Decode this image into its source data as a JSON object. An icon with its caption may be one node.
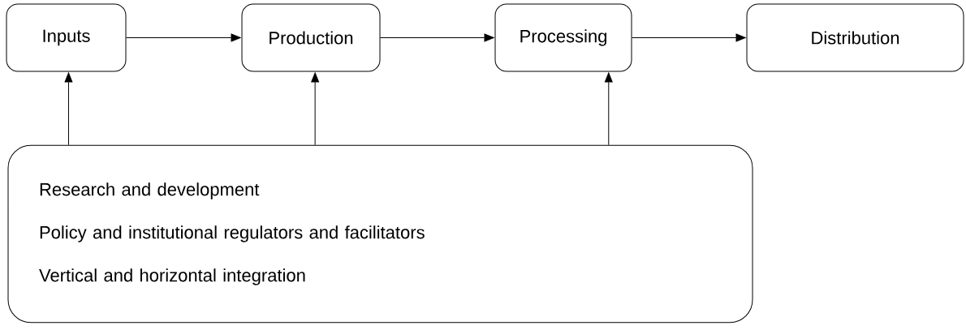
{
  "diagram": {
    "nodes": [
      {
        "text": [
          "Inputs"
        ]
      },
      {
        "text": [
          "Production"
        ]
      },
      {
        "text": [
          "Processing"
        ]
      },
      {
        "text": [
          "Distribution"
        ]
      },
      {
        "text": [
          "Research and development",
          "Policy and institutional regulators and facilitators",
          "Vertical and horizontal integration"
        ]
      }
    ],
    "edges": [
      {
        "from": 0,
        "to": 1,
        "arrow": "to"
      },
      {
        "from": 1,
        "to": 2,
        "arrow": "to"
      },
      {
        "from": 2,
        "to": 3,
        "arrow": "to"
      },
      {
        "from": 4,
        "to": 0,
        "arrow": "to"
      },
      {
        "from": 4,
        "to": 1,
        "arrow": "to"
      },
      {
        "from": 4,
        "to": 2,
        "arrow": "to"
      }
    ]
  }
}
